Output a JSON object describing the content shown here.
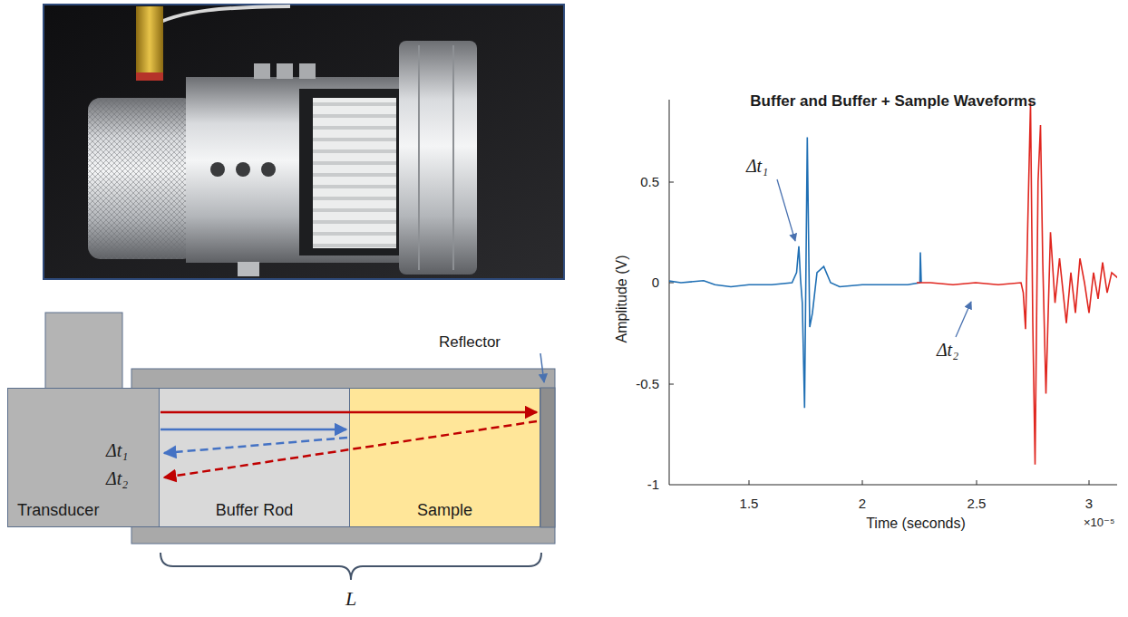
{
  "diagram": {
    "nodes": [
      {
        "text": [
          "Transducer"
        ]
      },
      {
        "text": [
          "Buffer Rod"
        ]
      },
      {
        "text": [
          "Sample"
        ]
      }
    ],
    "labels": [
      "Reflector",
      "Δt₁",
      "Δt₂",
      "L",
      "Buffer and Buffer + Sample Waveforms",
      "0.5",
      "0",
      "-0.5",
      "-1",
      "Amplitude (V)",
      "1.5",
      "2",
      "2.5",
      "3",
      "Time (seconds)",
      "×10⁻⁵",
      "Δt₁",
      "Δt₂"
    ]
  }
}
